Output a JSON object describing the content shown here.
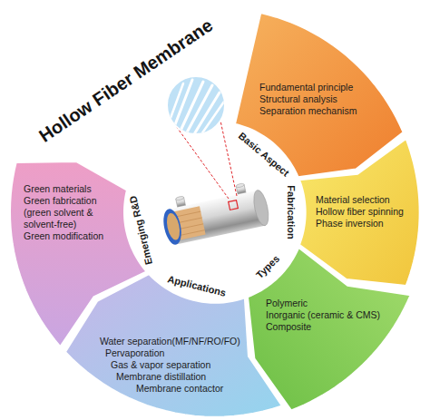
{
  "diagram": {
    "title": "Hollow Fiber Membrane",
    "nodes": [
      {
        "text": [
          "Basic Aspect",
          "Fundamental principle",
          "Structural analysis",
          "Separation mechanism"
        ]
      },
      {
        "text": [
          "Fabrication",
          "Material selection",
          "Hollow fiber spinning",
          "Phase inversion"
        ]
      },
      {
        "text": [
          "Types",
          "Polymeric",
          "Inorganic (ceramic & CMS)",
          "Composite"
        ]
      },
      {
        "text": [
          "Applications",
          "Water separation(MF/NF/RO/FO)",
          "Pervaporation",
          "Gas & vapor separation",
          "Membrane distillation",
          "Membrane contactor"
        ]
      },
      {
        "text": [
          "Emerging R&D",
          "Green materials",
          "Green fabrication (green solvent & solvent-free)",
          "Green modification"
        ]
      }
    ]
  }
}
